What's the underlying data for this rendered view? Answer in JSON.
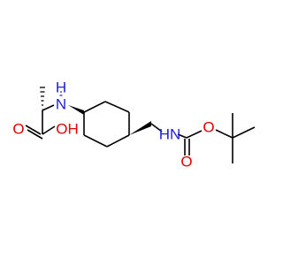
{
  "colors": {
    "bond": "#000000",
    "nitrogen": "#1f1fd6",
    "oxygen": "#e00000",
    "background": "#ffffff"
  },
  "atoms": {
    "n_amine": "N",
    "h_amine": "H",
    "o_carbonyl_acid": "O",
    "oh_acid": "OH",
    "n_carbamate": "N",
    "h_carbamate": "H",
    "o_ester": "O",
    "o_carbonyl_boc": "O"
  }
}
